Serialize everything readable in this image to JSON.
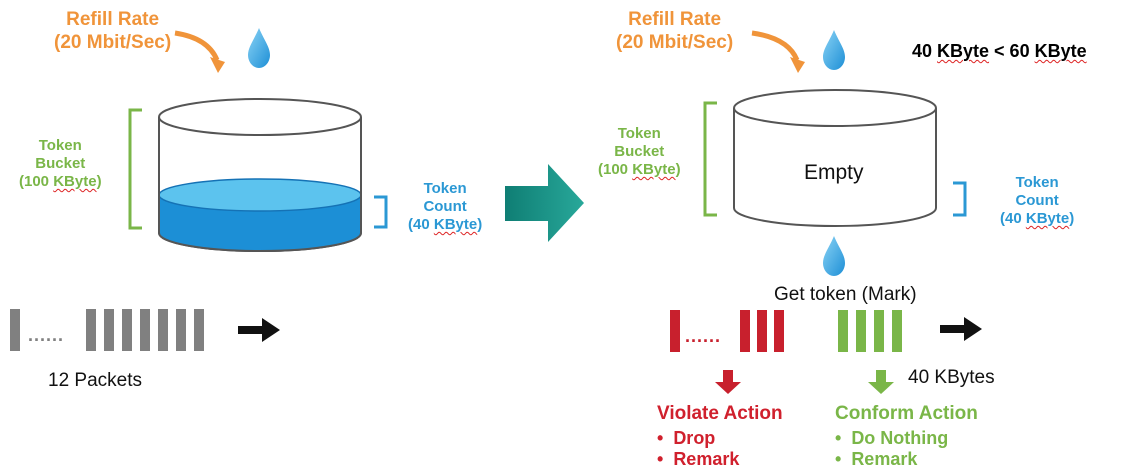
{
  "left": {
    "refill_title": "Refill Rate",
    "refill_rate": "(20 Mbit/Sec)",
    "bucket_line1": "Token",
    "bucket_line2": "Bucket",
    "bucket_size_open": "(100 ",
    "bucket_size_unit": "KByte",
    "bucket_size_close": ")",
    "count_line1": "Token",
    "count_line2": "Count",
    "count_value_open": "(40 ",
    "count_value_unit": "KByte",
    "count_value_close": ")",
    "packets_label": "12 Packets",
    "packet_dots": "......"
  },
  "right": {
    "refill_title": "Refill Rate",
    "refill_rate": "(20 Mbit/Sec)",
    "comparison_pre": "40 ",
    "comparison_unit1": "KByte",
    "comparison_mid": " < 60 ",
    "comparison_unit2": "KByte",
    "bucket_line1": "Token",
    "bucket_line2": "Bucket",
    "bucket_size_open": "(100 ",
    "bucket_size_unit": "KByte",
    "bucket_size_close": ")",
    "bucket_state": "Empty",
    "count_line1": "Token",
    "count_line2": "Count",
    "count_value_open": "(40 ",
    "count_value_unit": "KByte",
    "count_value_close": ")",
    "get_token_label": "Get token (Mark)",
    "packet_dots": "......",
    "kbytes_label": "40 KBytes",
    "violate_title": "Violate Action",
    "violate_items": [
      "Drop",
      "Remark"
    ],
    "conform_title": "Conform Action",
    "conform_items": [
      "Do Nothing",
      "Remark"
    ]
  },
  "colors": {
    "orange": "#f0943a",
    "green": "#7ab648",
    "blue": "#2b98d4",
    "water_blue": "#1c8fd6",
    "red": "#c8202d",
    "gray_packet": "#808080",
    "teal_arrow": "#138a80"
  },
  "icons": [
    "water-drop-icon",
    "curved-arrow-icon",
    "right-arrow-icon",
    "down-arrow-icon"
  ]
}
